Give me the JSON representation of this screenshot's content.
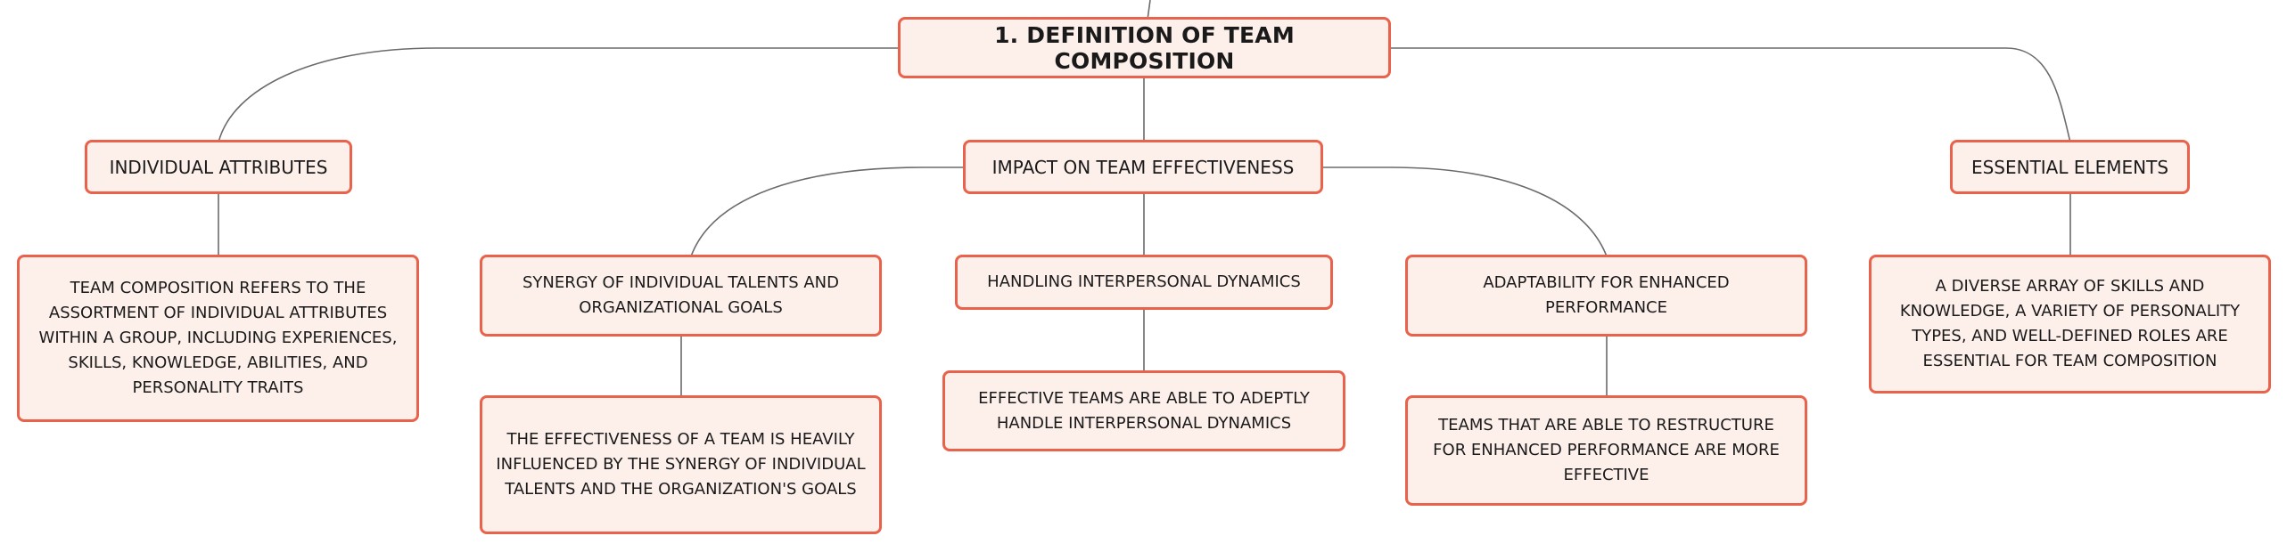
{
  "theme": {
    "node_fill": "#fdf0eb",
    "node_border": "#e9624b",
    "connector": "#6b6b6b",
    "text": "#1a1a1a"
  },
  "root": {
    "title": "1. DEFINITION OF TEAM COMPOSITION"
  },
  "branches": {
    "individual": {
      "label": "INDIVIDUAL ATTRIBUTES",
      "detail": "TEAM COMPOSITION REFERS TO THE ASSORTMENT OF INDIVIDUAL ATTRIBUTES WITHIN A GROUP, INCLUDING EXPERIENCES, SKILLS, KNOWLEDGE, ABILITIES, AND PERSONALITY TRAITS"
    },
    "impact": {
      "label": "IMPACT ON TEAM EFFECTIVENESS",
      "children": {
        "synergy": {
          "label": "SYNERGY OF INDIVIDUAL TALENTS AND ORGANIZATIONAL GOALS",
          "detail": "THE EFFECTIVENESS OF A TEAM IS HEAVILY INFLUENCED BY THE SYNERGY OF INDIVIDUAL TALENTS AND THE ORGANIZATION'S GOALS"
        },
        "dynamics": {
          "label": "HANDLING INTERPERSONAL DYNAMICS",
          "detail": "EFFECTIVE TEAMS ARE ABLE TO ADEPTLY HANDLE INTERPERSONAL DYNAMICS"
        },
        "adaptability": {
          "label": "ADAPTABILITY FOR ENHANCED PERFORMANCE",
          "detail": "TEAMS THAT ARE ABLE TO RESTRUCTURE FOR ENHANCED PERFORMANCE ARE MORE EFFECTIVE"
        }
      }
    },
    "essential": {
      "label": "ESSENTIAL ELEMENTS",
      "detail": "A DIVERSE ARRAY OF SKILLS AND KNOWLEDGE, A VARIETY OF PERSONALITY TYPES, AND WELL-DEFINED ROLES ARE ESSENTIAL FOR TEAM COMPOSITION"
    }
  }
}
